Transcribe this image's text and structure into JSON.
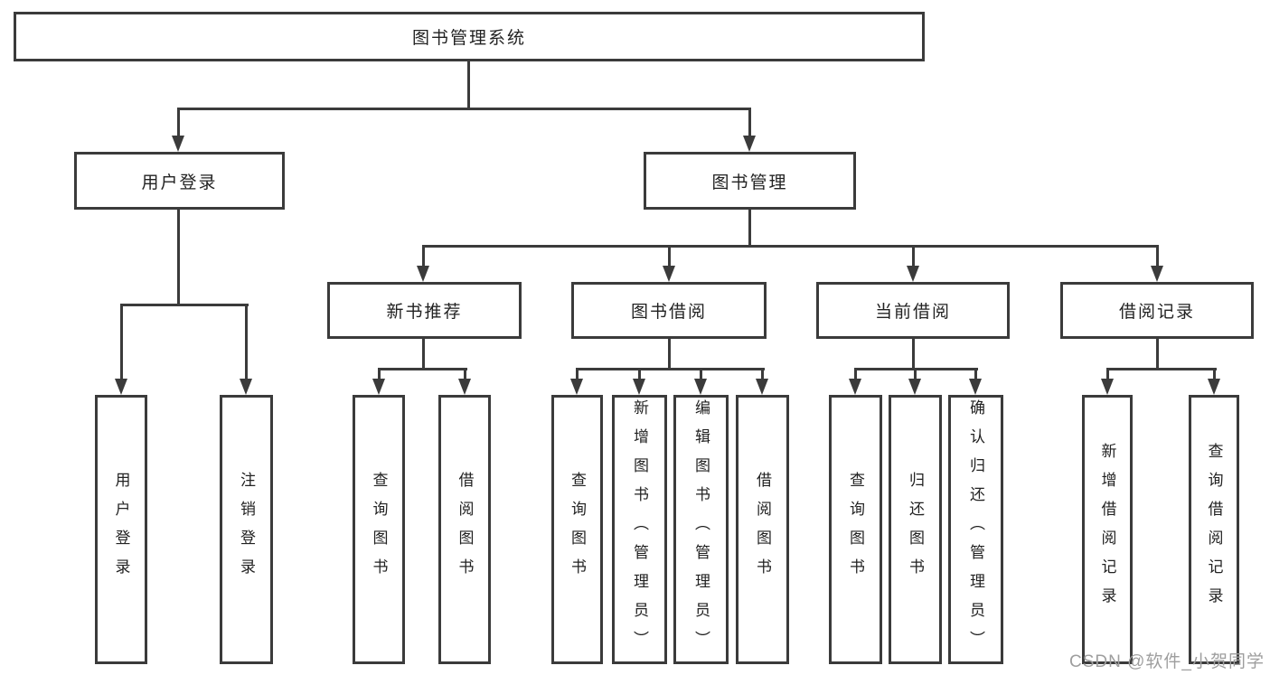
{
  "nodes": {
    "root": "图书管理系统",
    "user_login": "用户登录",
    "book_mgmt": "图书管理",
    "new_book_recommend": "新书推荐",
    "book_borrow": "图书借阅",
    "current_borrow": "当前借阅",
    "borrow_records": "借阅记录",
    "leaf_user_login": "用户登录",
    "leaf_logout": "注销登录",
    "leaf_rec_query_books": "查询图书",
    "leaf_rec_borrow_books": "借阅图书",
    "leaf_bor_query_books": "查询图书",
    "leaf_bor_add_books": "新增图书（管理员）",
    "leaf_bor_edit_books": "编辑图书（管理员）",
    "leaf_bor_borrow_books": "借阅图书",
    "leaf_cur_query_books": "查询图书",
    "leaf_cur_return_books": "归还图书",
    "leaf_cur_confirm_return": "确认归还（管理员）",
    "leaf_hist_add_record": "新增借阅记录",
    "leaf_hist_query_record": "查询借阅记录"
  },
  "watermark": "CSDN @软件_小贺同学",
  "colors": {
    "line": "#3b3b3b",
    "text": "#222222",
    "watermark": "#9e9e9e",
    "background": "#ffffff"
  }
}
